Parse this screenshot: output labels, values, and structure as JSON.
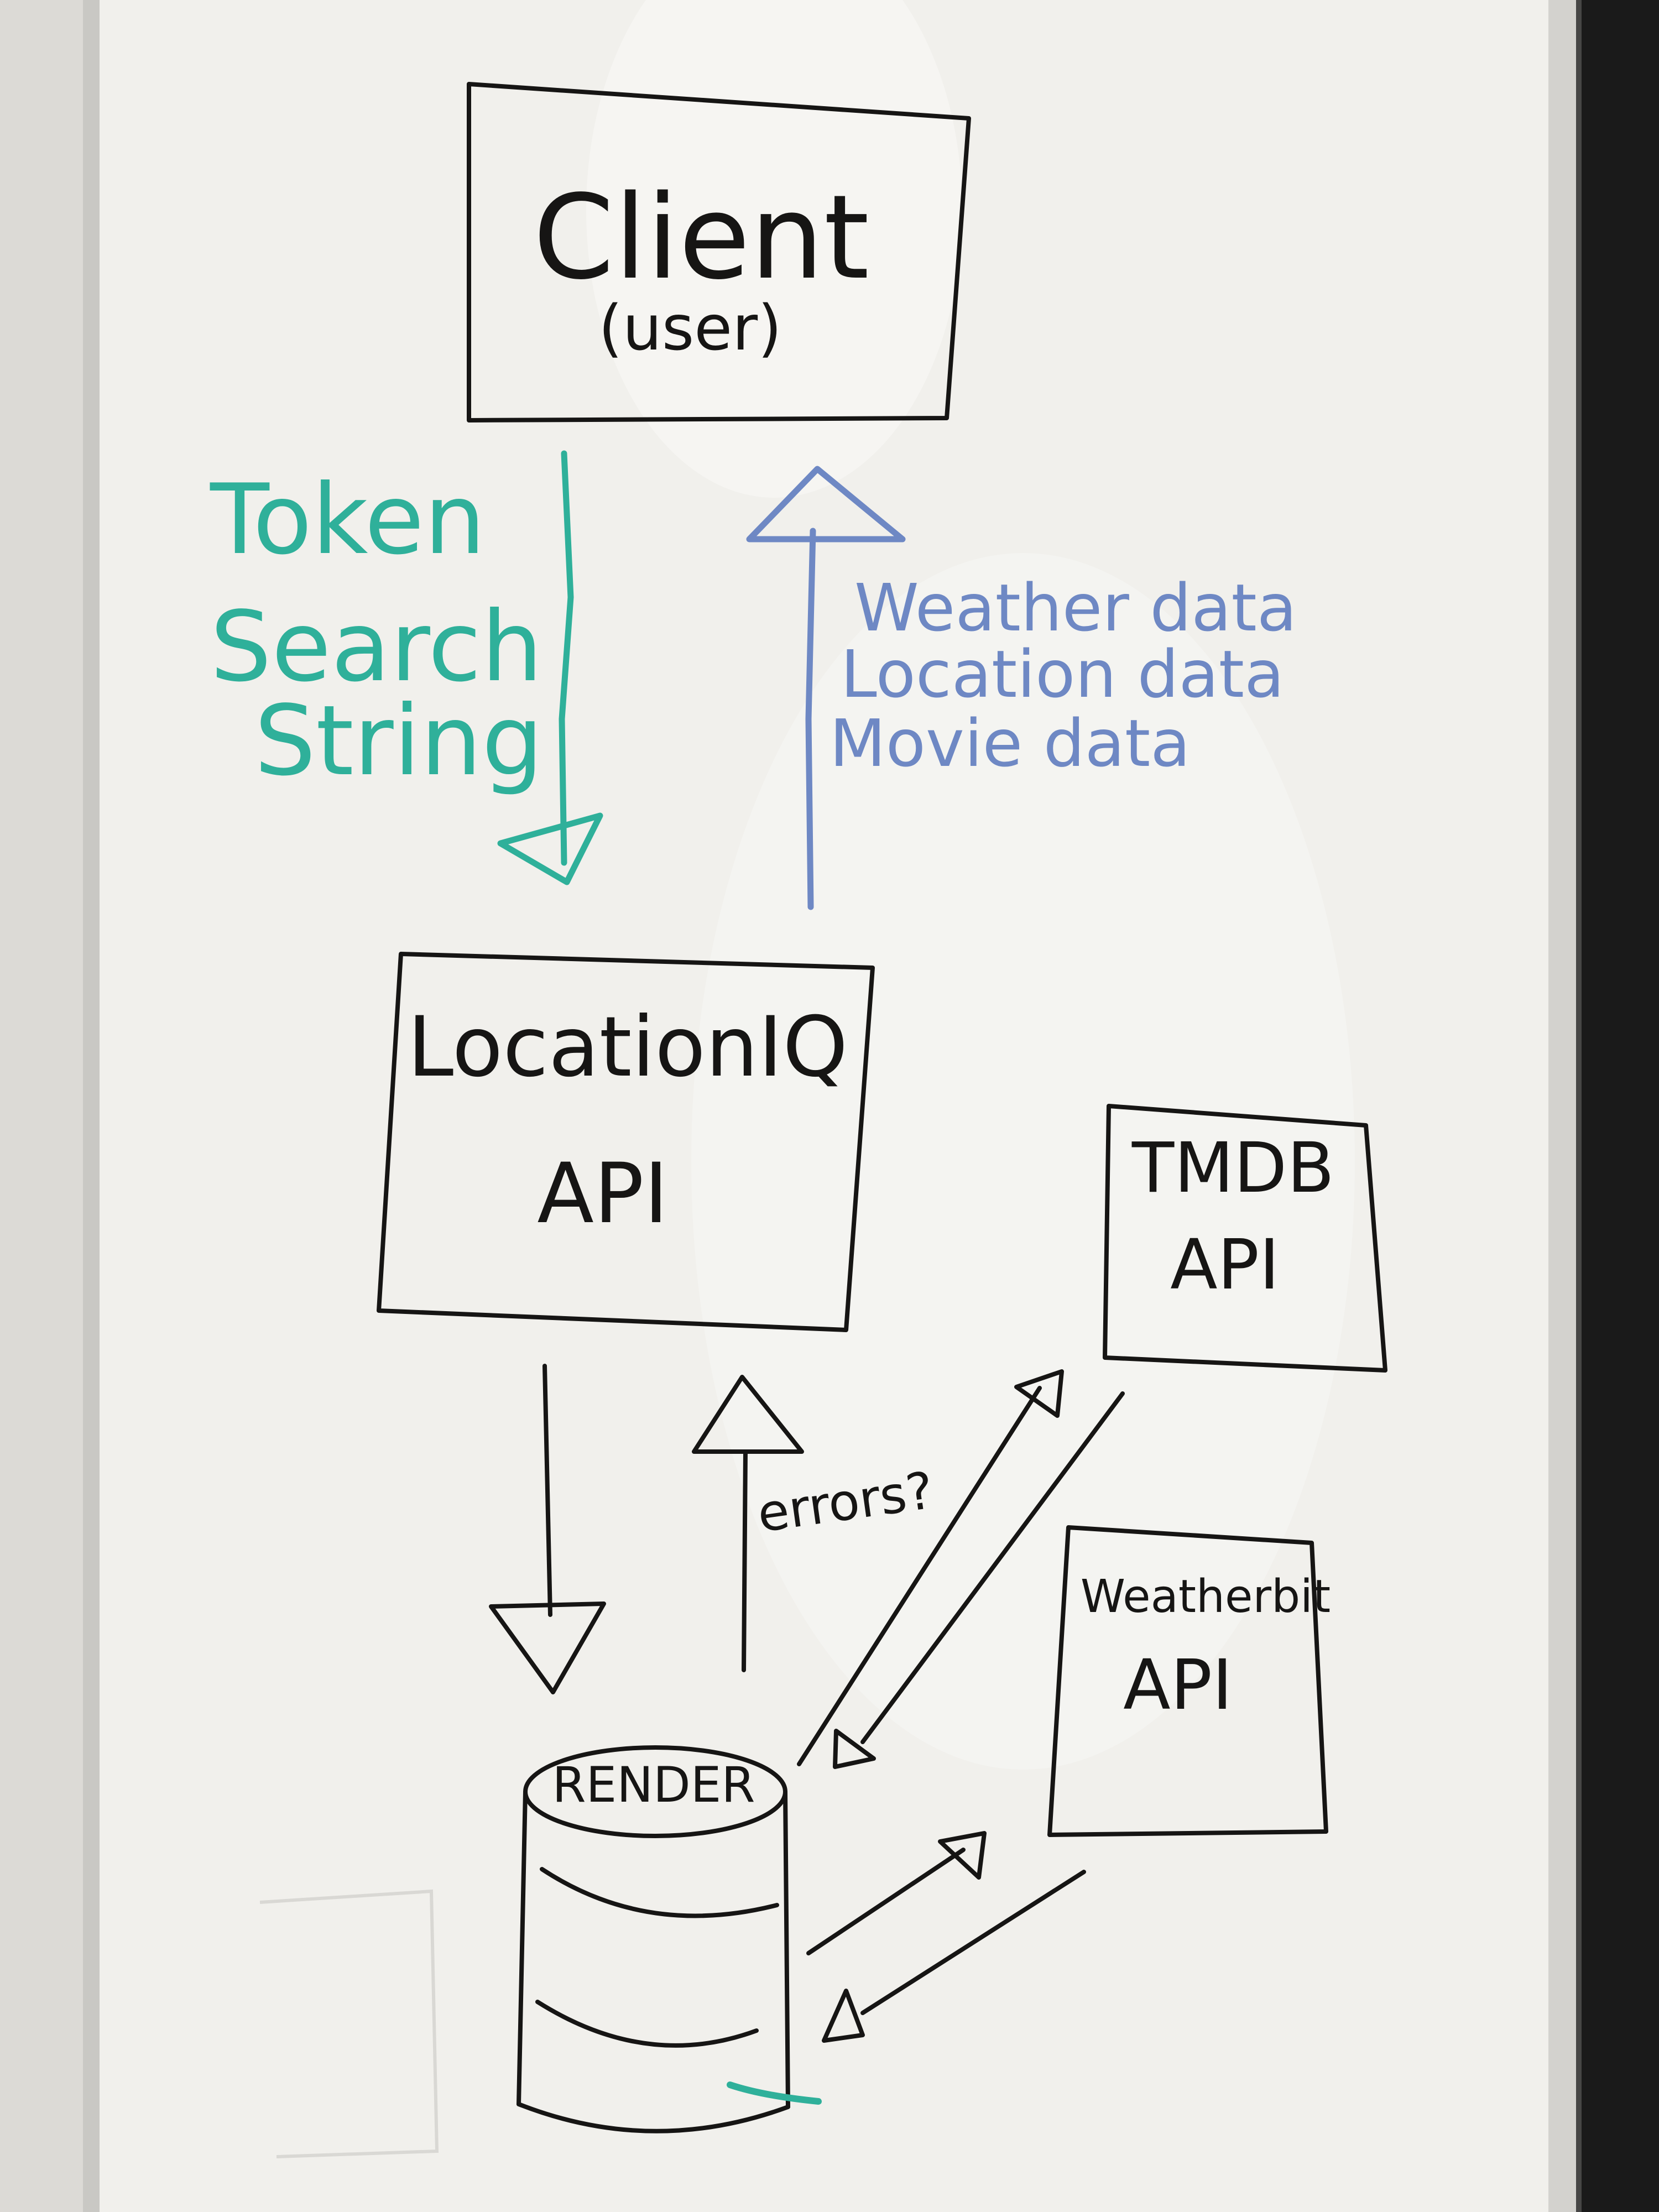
{
  "diagram": {
    "colors": {
      "board": "#f1f0ec",
      "ink_black": "#161514",
      "ink_teal": "#2fb09a",
      "ink_blue": "#6e88c4",
      "frame": "#1a1a1a"
    },
    "client": {
      "title": "Client",
      "subtitle": "(user)"
    },
    "request": {
      "line1": "Token",
      "line2": "Search",
      "line3": "String"
    },
    "response": {
      "line1": "Weather data",
      "line2": "Location data",
      "line3": "Movie data"
    },
    "locationiq": {
      "title": "LocationIQ",
      "subtitle": "API"
    },
    "tmdb": {
      "title": "TMDB",
      "subtitle": "API"
    },
    "weatherbit": {
      "title": "Weatherbit",
      "subtitle": "API"
    },
    "errors_label": "errors?",
    "render": {
      "label": "RENDER"
    }
  }
}
